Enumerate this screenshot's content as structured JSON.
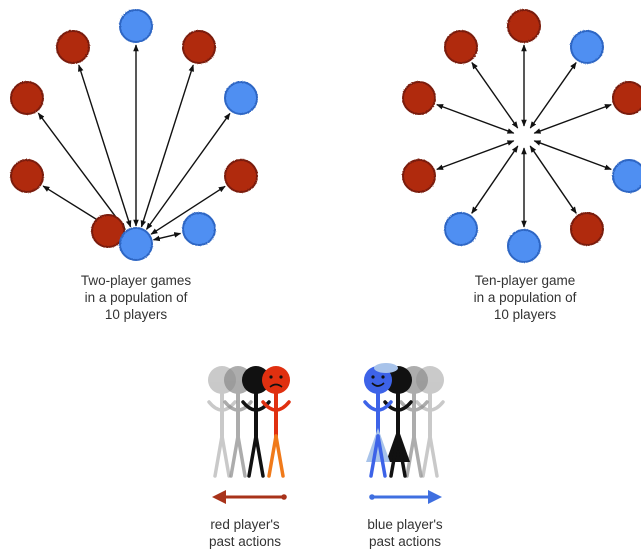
{
  "colors": {
    "red_fill": "#b02a10",
    "red_stroke": "#7a1a08",
    "blue_fill": "#4f8ff2",
    "blue_stroke": "#2d66c4",
    "arrow": "#111111",
    "red_arrow": "#a8321a",
    "blue_arrow": "#3f6fe0",
    "red_figure": "#e03010",
    "blue_figure": "#3d63e8",
    "light_blue_figure": "#a8c3ea",
    "orange_figure": "#f07a1a",
    "gray_figure": "#8a8a8a",
    "black_figure": "#111111"
  },
  "panels": {
    "two_player": {
      "caption": [
        "Two-player games",
        "in a population of",
        "10 players"
      ],
      "focal_player": "blue",
      "players": [
        "blue",
        "red",
        "red",
        "red",
        "red",
        "blue",
        "red",
        "blue",
        "red",
        "blue"
      ]
    },
    "ten_player": {
      "caption": [
        "Ten-player game",
        "in a population of",
        "10 players"
      ],
      "players": [
        "red",
        "red",
        "red",
        "red",
        "blue",
        "blue",
        "red",
        "blue",
        "red",
        "blue"
      ]
    }
  },
  "history": {
    "red": {
      "caption": [
        "red player's",
        "past actions"
      ],
      "figure_colors": [
        "gray",
        "gray",
        "black",
        "red"
      ]
    },
    "blue": {
      "caption": [
        "blue player's",
        "past actions"
      ],
      "figure_colors": [
        "blue",
        "black",
        "gray",
        "gray"
      ]
    }
  }
}
